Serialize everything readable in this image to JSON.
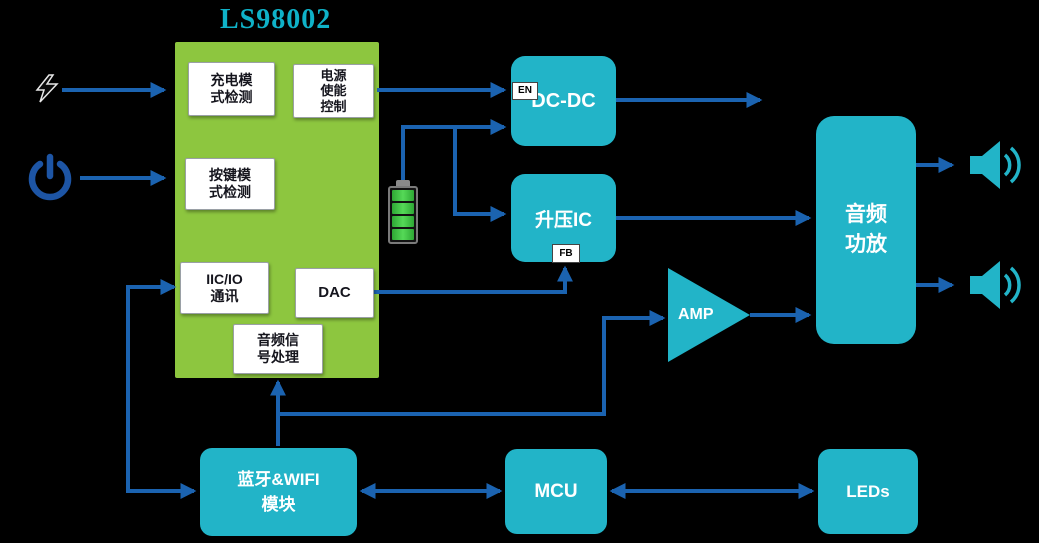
{
  "title": "LS98002",
  "colors": {
    "background": "#000000",
    "chip_green": "#8dc63f",
    "block_teal": "#22b4c8",
    "arrow_blue": "#1b63b0",
    "battery_green": "#3ecf44",
    "power_icon_blue": "#1d55a5",
    "title_teal": "#0fb2c8"
  },
  "chip": {
    "charge_detect": "充电模\n式检测",
    "power_enable": "电源\n使能\n控制",
    "key_detect": "按键模\n式检测",
    "iic_io": "IIC/IO\n通讯",
    "dac": "DAC",
    "audio_signal": "音频信\n号处理"
  },
  "blocks": {
    "dcdc": "DC-DC",
    "dcdc_pin": "EN",
    "boost": "升压IC",
    "boost_pin": "FB",
    "amp": "AMP",
    "audio_amp": "音频\n功放",
    "bt_wifi": "蓝牙&WIFI\n模块",
    "mcu": "MCU",
    "leds": "LEDs"
  },
  "icons": {
    "lightning": "charging-input-icon",
    "power": "power-button-icon",
    "battery": "battery-icon",
    "speaker_count": 2
  }
}
